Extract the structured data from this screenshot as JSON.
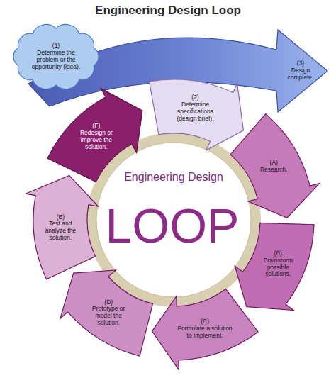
{
  "diagram": {
    "title": "Engineering Design Loop",
    "nodes": [
      {
        "text": [
          "(1)",
          "Determine the problem or the opportunity (idea)."
        ]
      },
      {
        "text": [
          "(2)",
          "Determine specifications (design brief)."
        ]
      },
      {
        "text": [
          "(3)",
          "Design complete."
        ]
      },
      {
        "text": [
          "(A)",
          "Research."
        ]
      },
      {
        "text": [
          "(B)",
          "Brainstorm possible solutions."
        ]
      },
      {
        "text": [
          "(C)",
          "Formulate a solution to implement."
        ]
      },
      {
        "text": [
          "(D)",
          "Prototype or model the solution."
        ]
      },
      {
        "text": [
          "(E)",
          "Test and analyze the solution."
        ]
      },
      {
        "text": [
          "(F)",
          "Redesign or improve the solution."
        ]
      }
    ],
    "labels": [
      "Engineering Design",
      "LOOP"
    ]
  }
}
